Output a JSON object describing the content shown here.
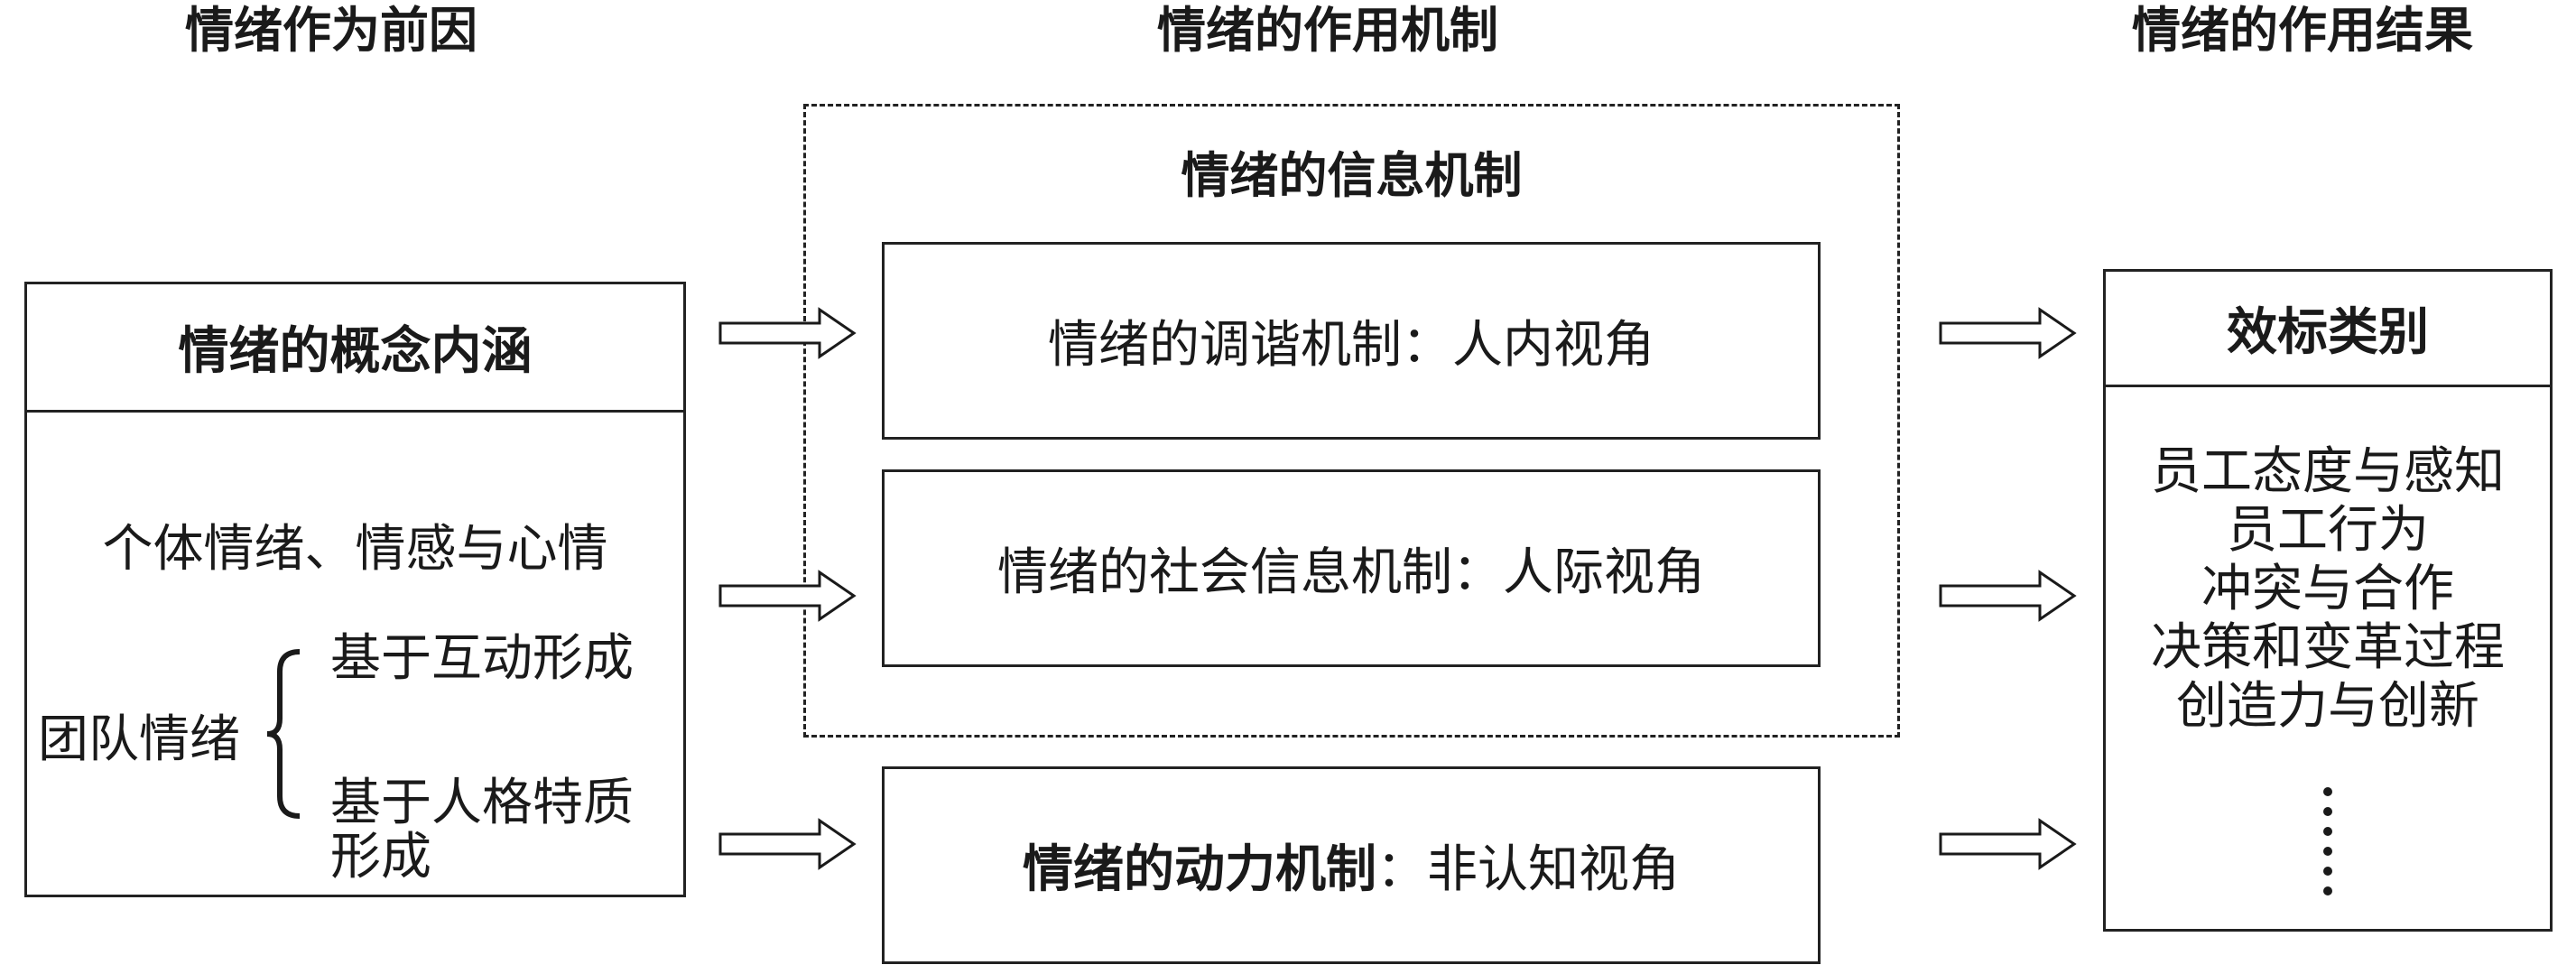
{
  "headings": {
    "antecedent": "情绪作为前因",
    "mechanism": "情绪的作用机制",
    "result": "情绪的作用结果"
  },
  "left_box": {
    "title": "情绪的概念内涵",
    "individual": "个体情绪、情感与心情",
    "team_label": "团队情绪",
    "team_basis_1": "基于互动形成",
    "team_basis_2_line1": "基于人格特质",
    "team_basis_2_line2": "形成"
  },
  "mechanisms": {
    "group_title": "情绪的信息机制",
    "regulation": "情绪的调谐机制：人内视角",
    "social_info": "情绪的社会信息机制：人际视角",
    "dynamic_bold": "情绪的动力机制",
    "dynamic_rest": "：非认知视角"
  },
  "right_box": {
    "title": "效标类别",
    "items": [
      "员工态度与感知",
      "员工行为",
      "冲突与合作",
      "决策和变革过程",
      "创造力与创新"
    ],
    "ellipsis_icon": "vertical-ellipsis-icon"
  },
  "arrows": [
    "hollow-arrow-icon"
  ]
}
